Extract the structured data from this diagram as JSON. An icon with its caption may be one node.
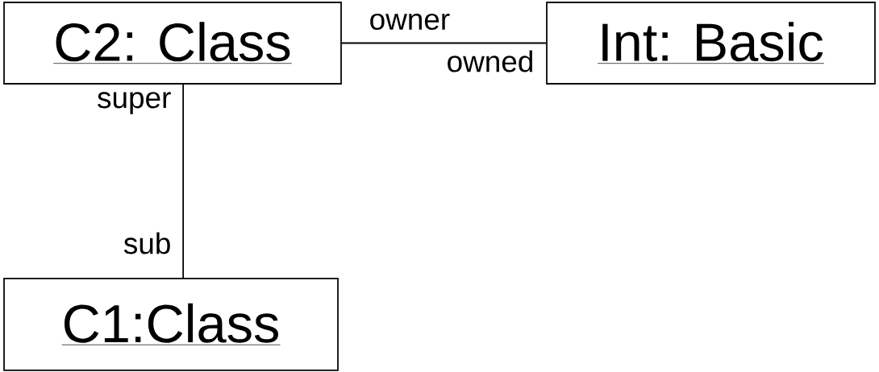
{
  "diagram": {
    "nodes": [
      {
        "text": [
          "C2: Class"
        ]
      },
      {
        "text": [
          "Int: Basic"
        ]
      },
      {
        "text": [
          "C1:Class"
        ]
      }
    ],
    "edges": [
      {
        "from": 0,
        "to": 1,
        "arrow": "none"
      },
      {
        "from": 0,
        "to": 2,
        "arrow": "none"
      }
    ],
    "labels": [
      "owner",
      "owned",
      "super",
      "sub"
    ]
  }
}
